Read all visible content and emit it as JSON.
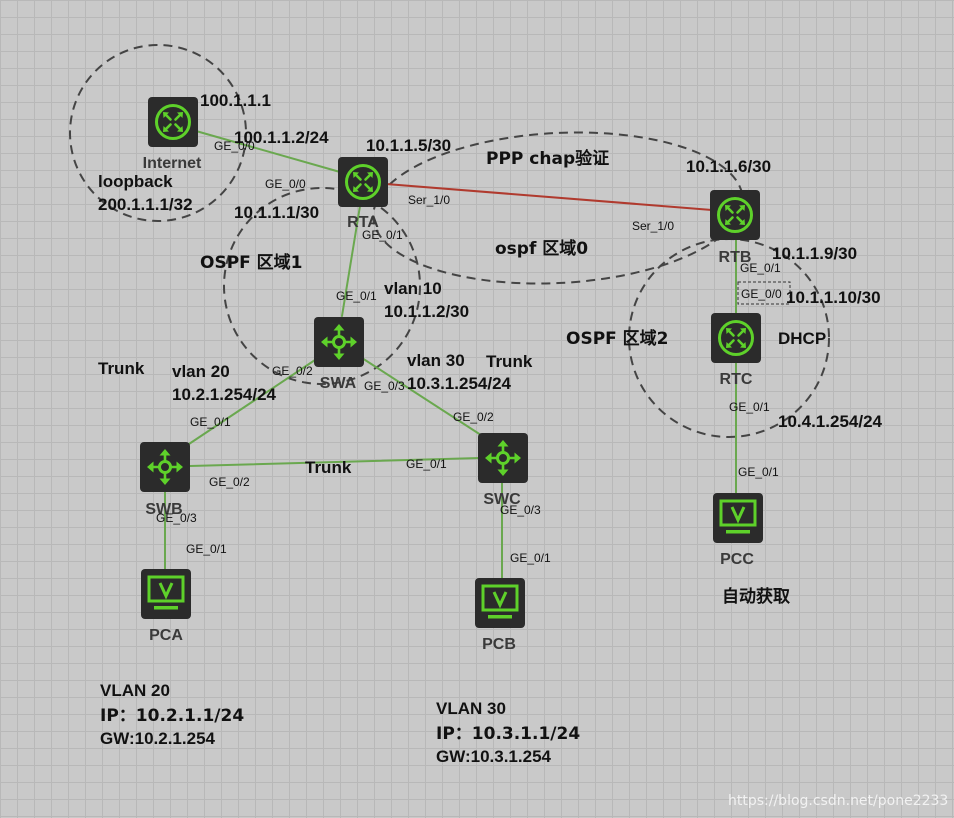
{
  "devices": {
    "internet": "Internet",
    "rta": "RTA",
    "rtb": "RTB",
    "rtc": "RTC",
    "swa": "SWA",
    "swb": "SWB",
    "swc": "SWC",
    "pca": "PCA",
    "pcb": "PCB",
    "pcc": "PCC"
  },
  "ports": {
    "internet_ge00": "GE_0/0",
    "rta_ge00": "GE_0/0",
    "rta_ser10": "Ser_1/0",
    "rta_ge01": "GE_0/1",
    "rtb_ser10": "Ser_1/0",
    "rtb_ge01": "GE_0/1",
    "rtc_ge00": "GE_0/0",
    "rtc_ge01": "GE_0/1",
    "pcc_ge01": "GE_0/1",
    "swa_ge01": "GE_0/1",
    "swa_ge02": "GE_0/2",
    "swa_ge03": "GE_0/3",
    "swb_ge01": "GE_0/1",
    "swb_ge02": "GE_0/2",
    "swb_ge03": "GE_0/3",
    "pca_ge01": "GE_0/1",
    "swc_ge01": "GE_0/1",
    "swc_ge02": "GE_0/2",
    "swc_ge03": "GE_0/3",
    "pcb_ge01": "GE_0/1"
  },
  "labels": {
    "ip_100_1_1_1": "100.1.1.1",
    "ip_100_1_1_2": "100.1.1.2/24",
    "loopback": "loopback",
    "loopback_ip": "200.1.1.1/32",
    "rta_ip_1": "10.1.1.5/30",
    "ppp_chap": "PPP chap验证",
    "rtb_ip_6": "10.1.1.6/30",
    "rta_ip_30": "10.1.1.1/30",
    "ospf_area0": "ospf 区域0",
    "ospf_area1": "OSPF 区域1",
    "rtb_ip_9": "10.1.1.9/30",
    "vlan10": "vlan 10",
    "vlan10_ip": "10.1.1.2/30",
    "rtc_ip_10": "10.1.1.10/30",
    "ospf_area2": "OSPF 区域2",
    "dhcp": "DHCP",
    "trunk_left": "Trunk",
    "vlan20": "vlan 20",
    "vlan20_ip": "10.2.1.254/24",
    "vlan30": "vlan 30",
    "trunk_right": "Trunk",
    "vlan30_ip": "10.3.1.254/24",
    "rtc_lan_ip": "10.4.1.254/24",
    "trunk_mid": "Trunk",
    "auto_obtain": "自动获取",
    "pca_vlan": "VLAN 20",
    "pca_ip": "IP：10.2.1.1/24",
    "pca_gw": "GW:10.2.1.254",
    "pcb_vlan": "VLAN 30",
    "pcb_ip": "IP：10.3.1.1/24",
    "pcb_gw": "GW:10.3.1.254"
  },
  "watermark": "https://blog.csdn.net/pone2233",
  "colors": {
    "link": "#6aa84f",
    "serial": "#b03a2e",
    "icon_bg": "#2b2b2b",
    "icon_green": "#5ed12a",
    "area_circle": "#444444"
  },
  "icons": {
    "router": "router-icon",
    "switch": "switch-icon",
    "pc": "pc-monitor-icon"
  }
}
